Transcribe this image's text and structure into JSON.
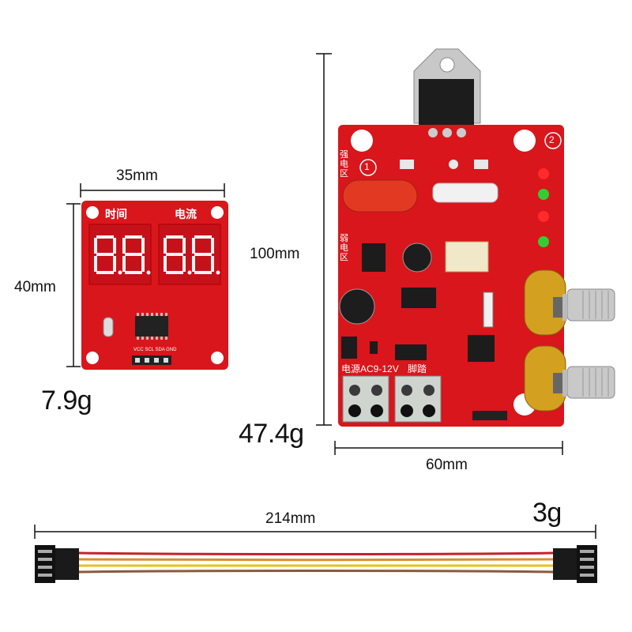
{
  "display_board": {
    "width_label": "35mm",
    "height_label": "40mm",
    "weight": "7.9g",
    "label_time": "时间",
    "label_current": "电流",
    "digits_left": "8.8.",
    "digits_right": "8.8.",
    "header_pins": "VCC SCL SDA GND"
  },
  "control_board": {
    "height_label": "100mm",
    "width_label": "60mm",
    "weight": "47.4g",
    "terminal_power": "电源AC9-12V",
    "terminal_pedal": "脚踏",
    "zone_strong": "强电区",
    "zone_weak": "弱电区",
    "corner_1": "1",
    "corner_2": "2"
  },
  "cable": {
    "length_label": "214mm",
    "weight": "3g"
  },
  "colors": {
    "pcb_red": "#d8161c",
    "wire_red": "#c8202a",
    "wire_yellow": "#e8c020",
    "wire_brown": "#8a5a3a"
  }
}
